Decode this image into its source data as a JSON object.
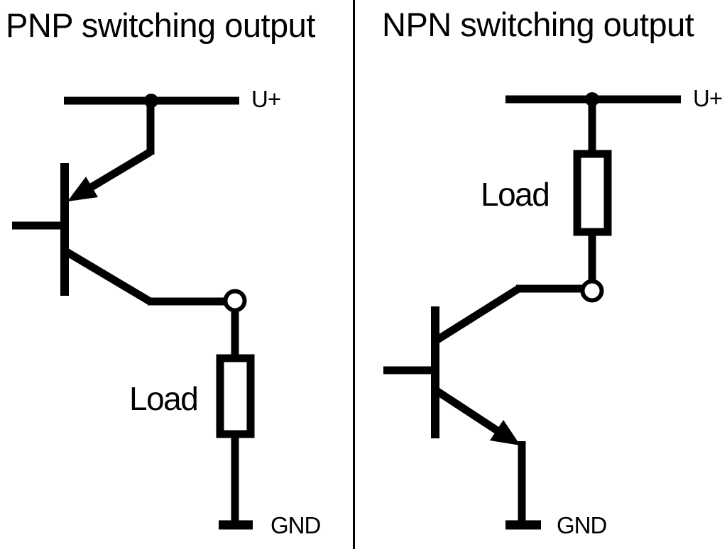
{
  "colors": {
    "ink": "#000000",
    "background": "#ffffff"
  },
  "panels": {
    "pnp": {
      "title": "PNP switching output",
      "supply_label": "U+",
      "load_label": "Load",
      "ground_label": "GND"
    },
    "npn": {
      "title": "NPN switching output",
      "supply_label": "U+",
      "load_label": "Load",
      "ground_label": "GND"
    }
  }
}
